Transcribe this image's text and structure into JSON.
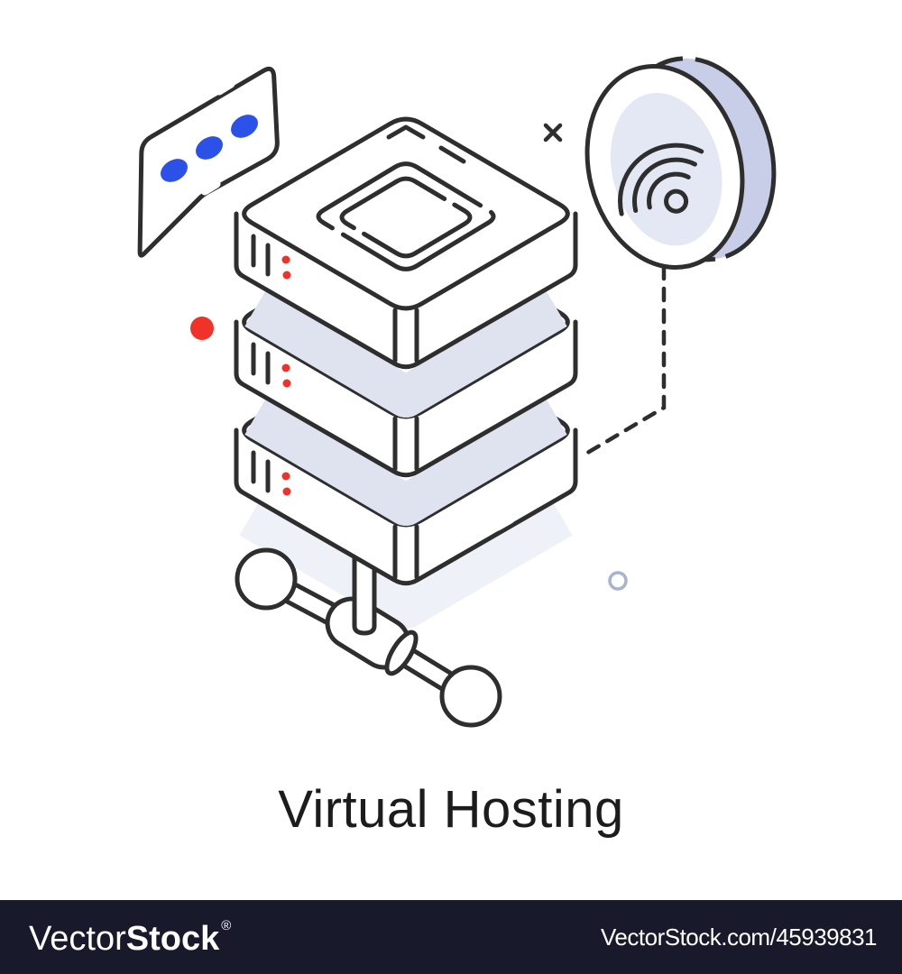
{
  "title": {
    "text": "Virtual Hosting"
  },
  "footer": {
    "brand": {
      "light": "Vector",
      "bold": "Stock",
      "registered": "®"
    },
    "attribution": "VectorStock.com/45939831"
  },
  "illustration": {
    "name": "virtual-hosting-isometric-line-icon",
    "elements": [
      "chat-bubble with 3 dots",
      "stack of 3 servers with 2 LEDs each",
      "tilted wifi disc",
      "dashed connection line",
      "network node connector",
      "x mark",
      "red accent dot",
      "small ring"
    ],
    "server_count": 3,
    "leds_per_server": 2
  },
  "colors": {
    "canvas": "#ffffff",
    "outline": "#2e2e2e",
    "blue": "#2b51e8",
    "red": "#f03228",
    "lavender": "#c9cee8",
    "lavender_light": "#e4e8f4",
    "shadow": "#dee3ef",
    "shadow_faint": "#eef1f7",
    "ring": "#a9b2d2",
    "footer_bg": "#181a2c",
    "footer_text": "#ffffff",
    "title_color": "#1c1c1c"
  }
}
